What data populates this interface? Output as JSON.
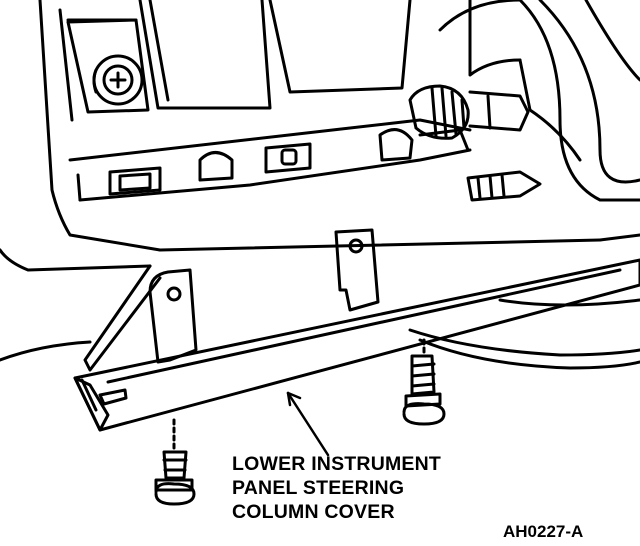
{
  "callout": {
    "line1": "LOWER INSTRUMENT",
    "line2": "PANEL STEERING",
    "line3": "COLUMN COVER"
  },
  "figure_code": "AH0227-A"
}
